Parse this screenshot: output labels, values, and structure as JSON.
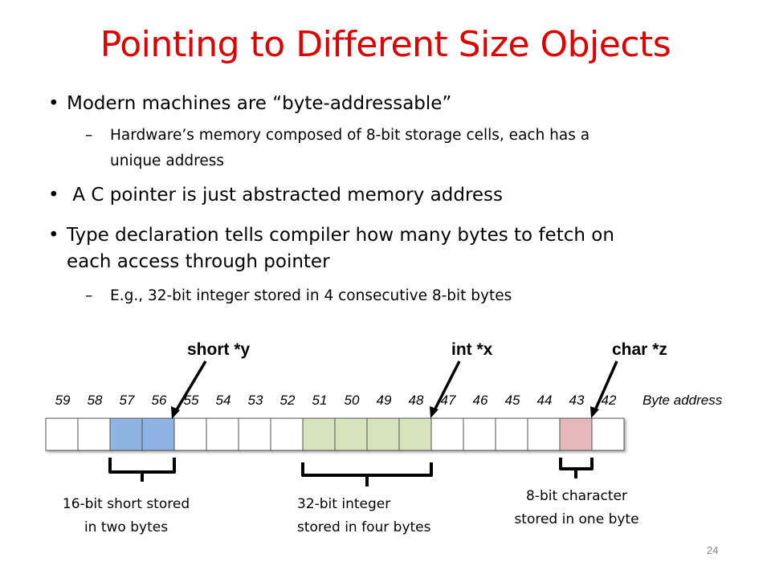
{
  "slide": {
    "title": "Pointing to Different Size Objects",
    "page_number": "24",
    "bullets": [
      {
        "level": 1,
        "text": "Modern machines are “byte-addressable”"
      },
      {
        "level": 2,
        "text": "Hardware’s memory composed of 8-bit storage cells, each has a"
      },
      {
        "level": 2,
        "text": "unique address"
      },
      {
        "level": 1,
        "text": " A C pointer is just abstracted memory address"
      },
      {
        "level": 1,
        "text": "Type declaration tells compiler how many bytes to fetch on"
      },
      {
        "level": 1,
        "text": "each access through pointer"
      },
      {
        "level": 2,
        "text": "E.g., 32-bit integer stored in 4 consecutive 8-bit bytes"
      }
    ],
    "bullet_symbol": "•",
    "dash_symbol": "–"
  },
  "diagram": {
    "pointers": {
      "short": "short *y",
      "int": "int *x",
      "char": "char *z"
    },
    "addresses": [
      "59",
      "58",
      "57",
      "56",
      "55",
      "54",
      "53",
      "52",
      "51",
      "50",
      "49",
      "48",
      "47",
      "46",
      "45",
      "44",
      "43",
      "42"
    ],
    "address_label": "Byte address",
    "cell_colors": {
      "empty": "#ffffff",
      "short": "#8eb4e3",
      "int": "#d7e4bd",
      "char": "#e6b9b8"
    },
    "cells": [
      "empty",
      "empty",
      "short",
      "short",
      "empty",
      "empty",
      "empty",
      "empty",
      "int",
      "int",
      "int",
      "int",
      "empty",
      "empty",
      "empty",
      "empty",
      "char",
      "empty"
    ],
    "captions": {
      "short_line1": "16-bit short stored",
      "short_line2": "in two bytes",
      "int_line1": "32-bit integer",
      "int_line2": "stored in four bytes",
      "char_line1": "8-bit character",
      "char_line2": "stored in one byte"
    }
  }
}
